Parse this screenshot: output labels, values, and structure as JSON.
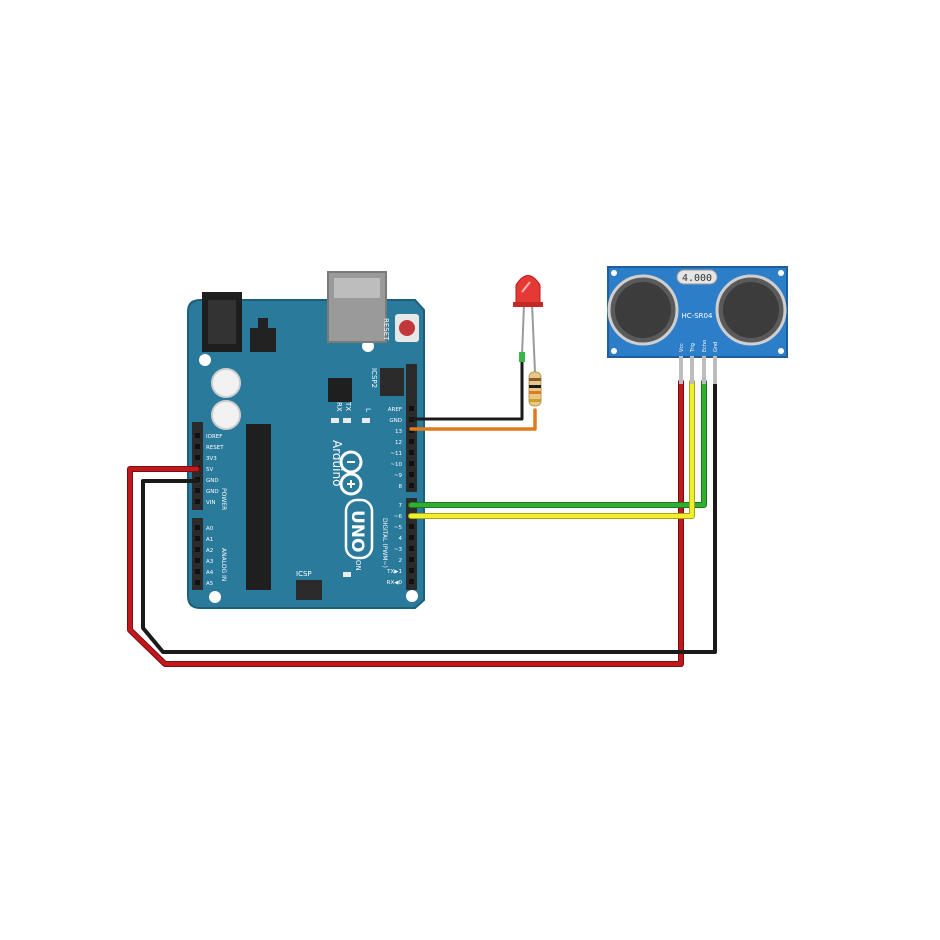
{
  "colors": {
    "board": "#2a7a9c",
    "board_dark": "#1d5f7a",
    "silk": "#ffffff",
    "header": "#2b2b2b",
    "sensor_board": "#2d7ec9",
    "sensor_can": "#5a5a5a",
    "wire_red": "#c0181d",
    "wire_black": "#1a1a1a",
    "wire_green": "#2fae2f",
    "wire_yellow": "#f2ee2a",
    "wire_orange": "#e07a1f",
    "led": "#e53935"
  },
  "arduino": {
    "logo_text": "Arduino",
    "model_text": "UNO",
    "reset_label": "RESET",
    "icsp_label": "ICSP",
    "icsp2_label": "ICSP2",
    "on_label": "ON",
    "tx_label": "TX",
    "rx_label": "RX",
    "l_label": "L",
    "power_label": "POWER",
    "analog_label": "ANALOG IN",
    "digital_label": "DIGITAL (PWM~)",
    "power_pins": [
      "IOREF",
      "RESET",
      "3V3",
      "5V",
      "GND",
      "GND",
      "VIN"
    ],
    "analog_pins": [
      "A0",
      "A1",
      "A2",
      "A3",
      "A4",
      "A5"
    ],
    "digital_top": [
      "AREF",
      "GND",
      "13",
      "12",
      "~11",
      "~10",
      "~9",
      "8"
    ],
    "digital_bottom": [
      "7",
      "~6",
      "~5",
      "4",
      "~3",
      "2",
      "TX▶1",
      "RX◀0"
    ]
  },
  "sensor": {
    "crystal_text": "4.000",
    "model_text": "HC-SR04",
    "pins": [
      "Vcc",
      "Trig",
      "Echo",
      "Gnd"
    ]
  },
  "icons": {
    "board": "arduino-uno-board-icon",
    "sensor": "ultrasonic-sensor-icon",
    "led": "red-led-icon",
    "resistor": "resistor-icon"
  }
}
